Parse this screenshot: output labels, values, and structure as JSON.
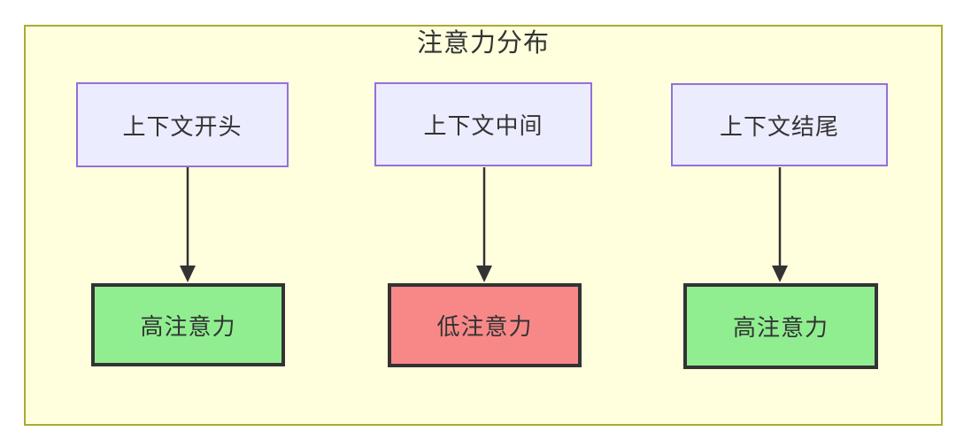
{
  "diagram": {
    "type": "flowchart",
    "title": "注意力分布",
    "top_nodes": [
      {
        "label": "上下文开头",
        "fill": "#ECECFF",
        "border": "#9370DB"
      },
      {
        "label": "上下文中间",
        "fill": "#ECECFF",
        "border": "#9370DB"
      },
      {
        "label": "上下文结尾",
        "fill": "#ECECFF",
        "border": "#9370DB"
      }
    ],
    "bottom_nodes": [
      {
        "label": "高注意力",
        "fill": "#90EE90",
        "border": "#333333",
        "status": "high"
      },
      {
        "label": "低注意力",
        "fill": "#F88888",
        "border": "#333333",
        "status": "low"
      },
      {
        "label": "高注意力",
        "fill": "#90EE90",
        "border": "#333333",
        "status": "high"
      }
    ],
    "edges": [
      {
        "from": "上下文开头",
        "to": "高注意力"
      },
      {
        "from": "上下文中间",
        "to": "低注意力"
      },
      {
        "from": "上下文结尾",
        "to": "高注意力"
      }
    ],
    "colors": {
      "cluster_fill": "#FFFFDE",
      "cluster_border": "#AAAA33",
      "arrow": "#333333",
      "text": "#333333"
    }
  }
}
